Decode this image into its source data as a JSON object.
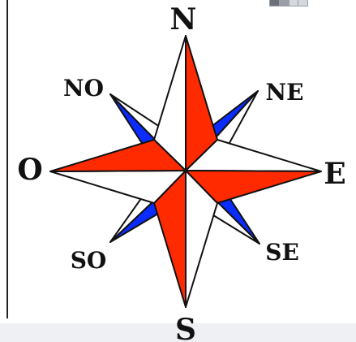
{
  "labels": {
    "n": "N",
    "s": "S",
    "e": "E",
    "w": "O",
    "ne": "NE",
    "nw": "NO",
    "se": "SE",
    "sw": "SO"
  },
  "colors": {
    "red": "#ff2a00",
    "blue": "#0a2cff",
    "white": "#ffffff",
    "outline": "#111111"
  },
  "icons": {
    "toolbar": "toolbar-segments-icon"
  }
}
